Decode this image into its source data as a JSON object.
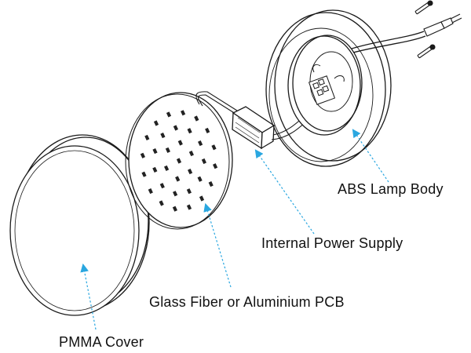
{
  "labels": {
    "lamp_body": "ABS Lamp Body",
    "power_supply": "Internal Power Supply",
    "pcb": "Glass Fiber or Aluminium PCB",
    "cover": "PMMA Cover"
  },
  "colors": {
    "line_art": "#1a1a1a",
    "leader_line": "#2aa7e0",
    "text": "#111111",
    "background": "#ffffff"
  }
}
